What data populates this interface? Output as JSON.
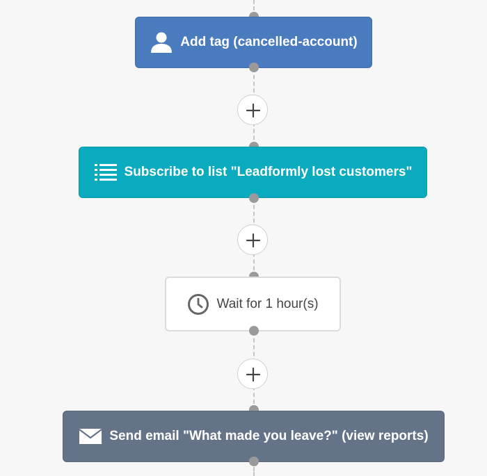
{
  "workflow": {
    "steps": [
      {
        "type": "action",
        "icon": "user-icon",
        "label": "Add tag (cancelled-account)",
        "color": "#4a7bbf"
      },
      {
        "type": "action",
        "icon": "list-icon",
        "label": "Subscribe to list \"Leadformly lost customers\"",
        "color": "#0aabbf"
      },
      {
        "type": "wait",
        "icon": "clock-icon",
        "label": "Wait for 1 hour(s)",
        "color": "#ffffff"
      },
      {
        "type": "action",
        "icon": "envelope-icon",
        "label": "Send email \"What made you leave?\" (view reports)",
        "color": "#657389"
      }
    ],
    "add_step_icon": "plus-icon"
  }
}
